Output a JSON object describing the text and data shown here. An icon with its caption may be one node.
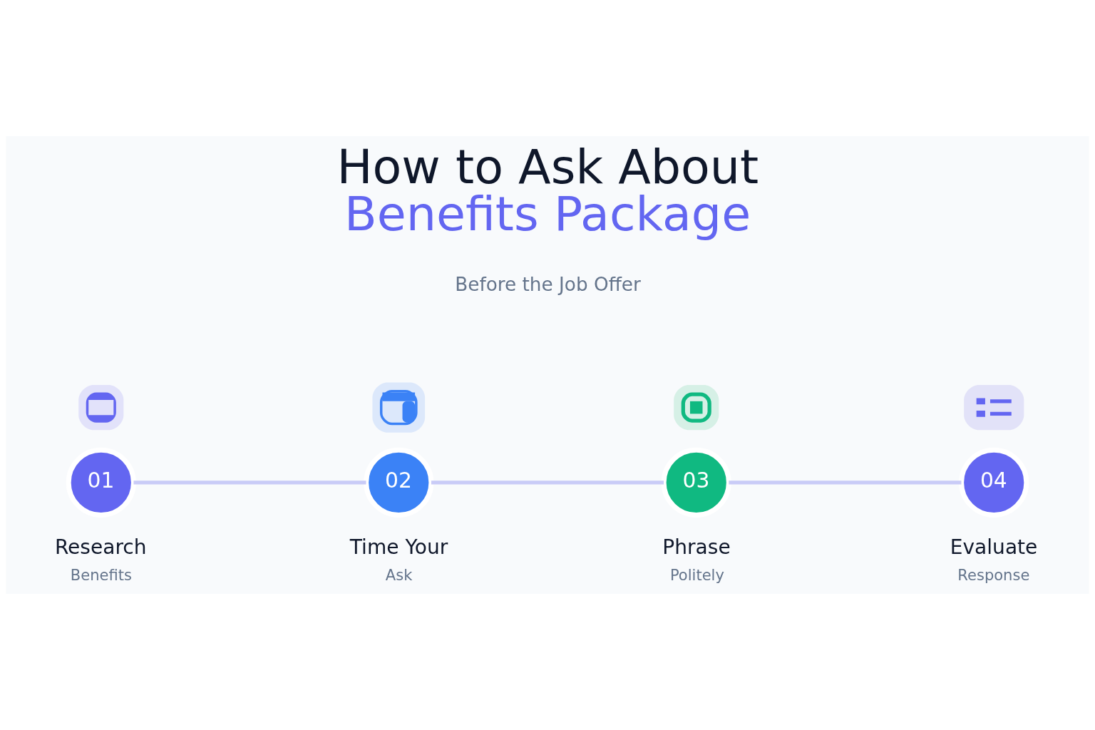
{
  "diagram": {
    "title": "How to Ask About Benefits Package",
    "nodes": [
      {
        "text": [],
        "shape": "picture"
      },
      {
        "text": [],
        "shape": "picture"
      },
      {
        "text": [],
        "shape": "picture"
      },
      {
        "text": [],
        "shape": "picture"
      },
      {
        "text": [
          "01"
        ],
        "beside": [
          "Research",
          "Benefits"
        ]
      },
      {
        "text": [
          "02"
        ],
        "beside": [
          "Time Your",
          "Ask"
        ]
      },
      {
        "text": [
          "03"
        ],
        "beside": [
          "Phrase",
          "Politely"
        ]
      },
      {
        "text": [
          "04"
        ],
        "beside": [
          "Evaluate",
          "Response"
        ]
      }
    ],
    "edges": [
      {
        "from": 4,
        "to": 5,
        "arrow": "none"
      },
      {
        "from": 5,
        "to": 6,
        "arrow": "none"
      },
      {
        "from": 6,
        "to": 7,
        "arrow": "none"
      }
    ],
    "labels": [
      "Before the Job Offer"
    ]
  }
}
